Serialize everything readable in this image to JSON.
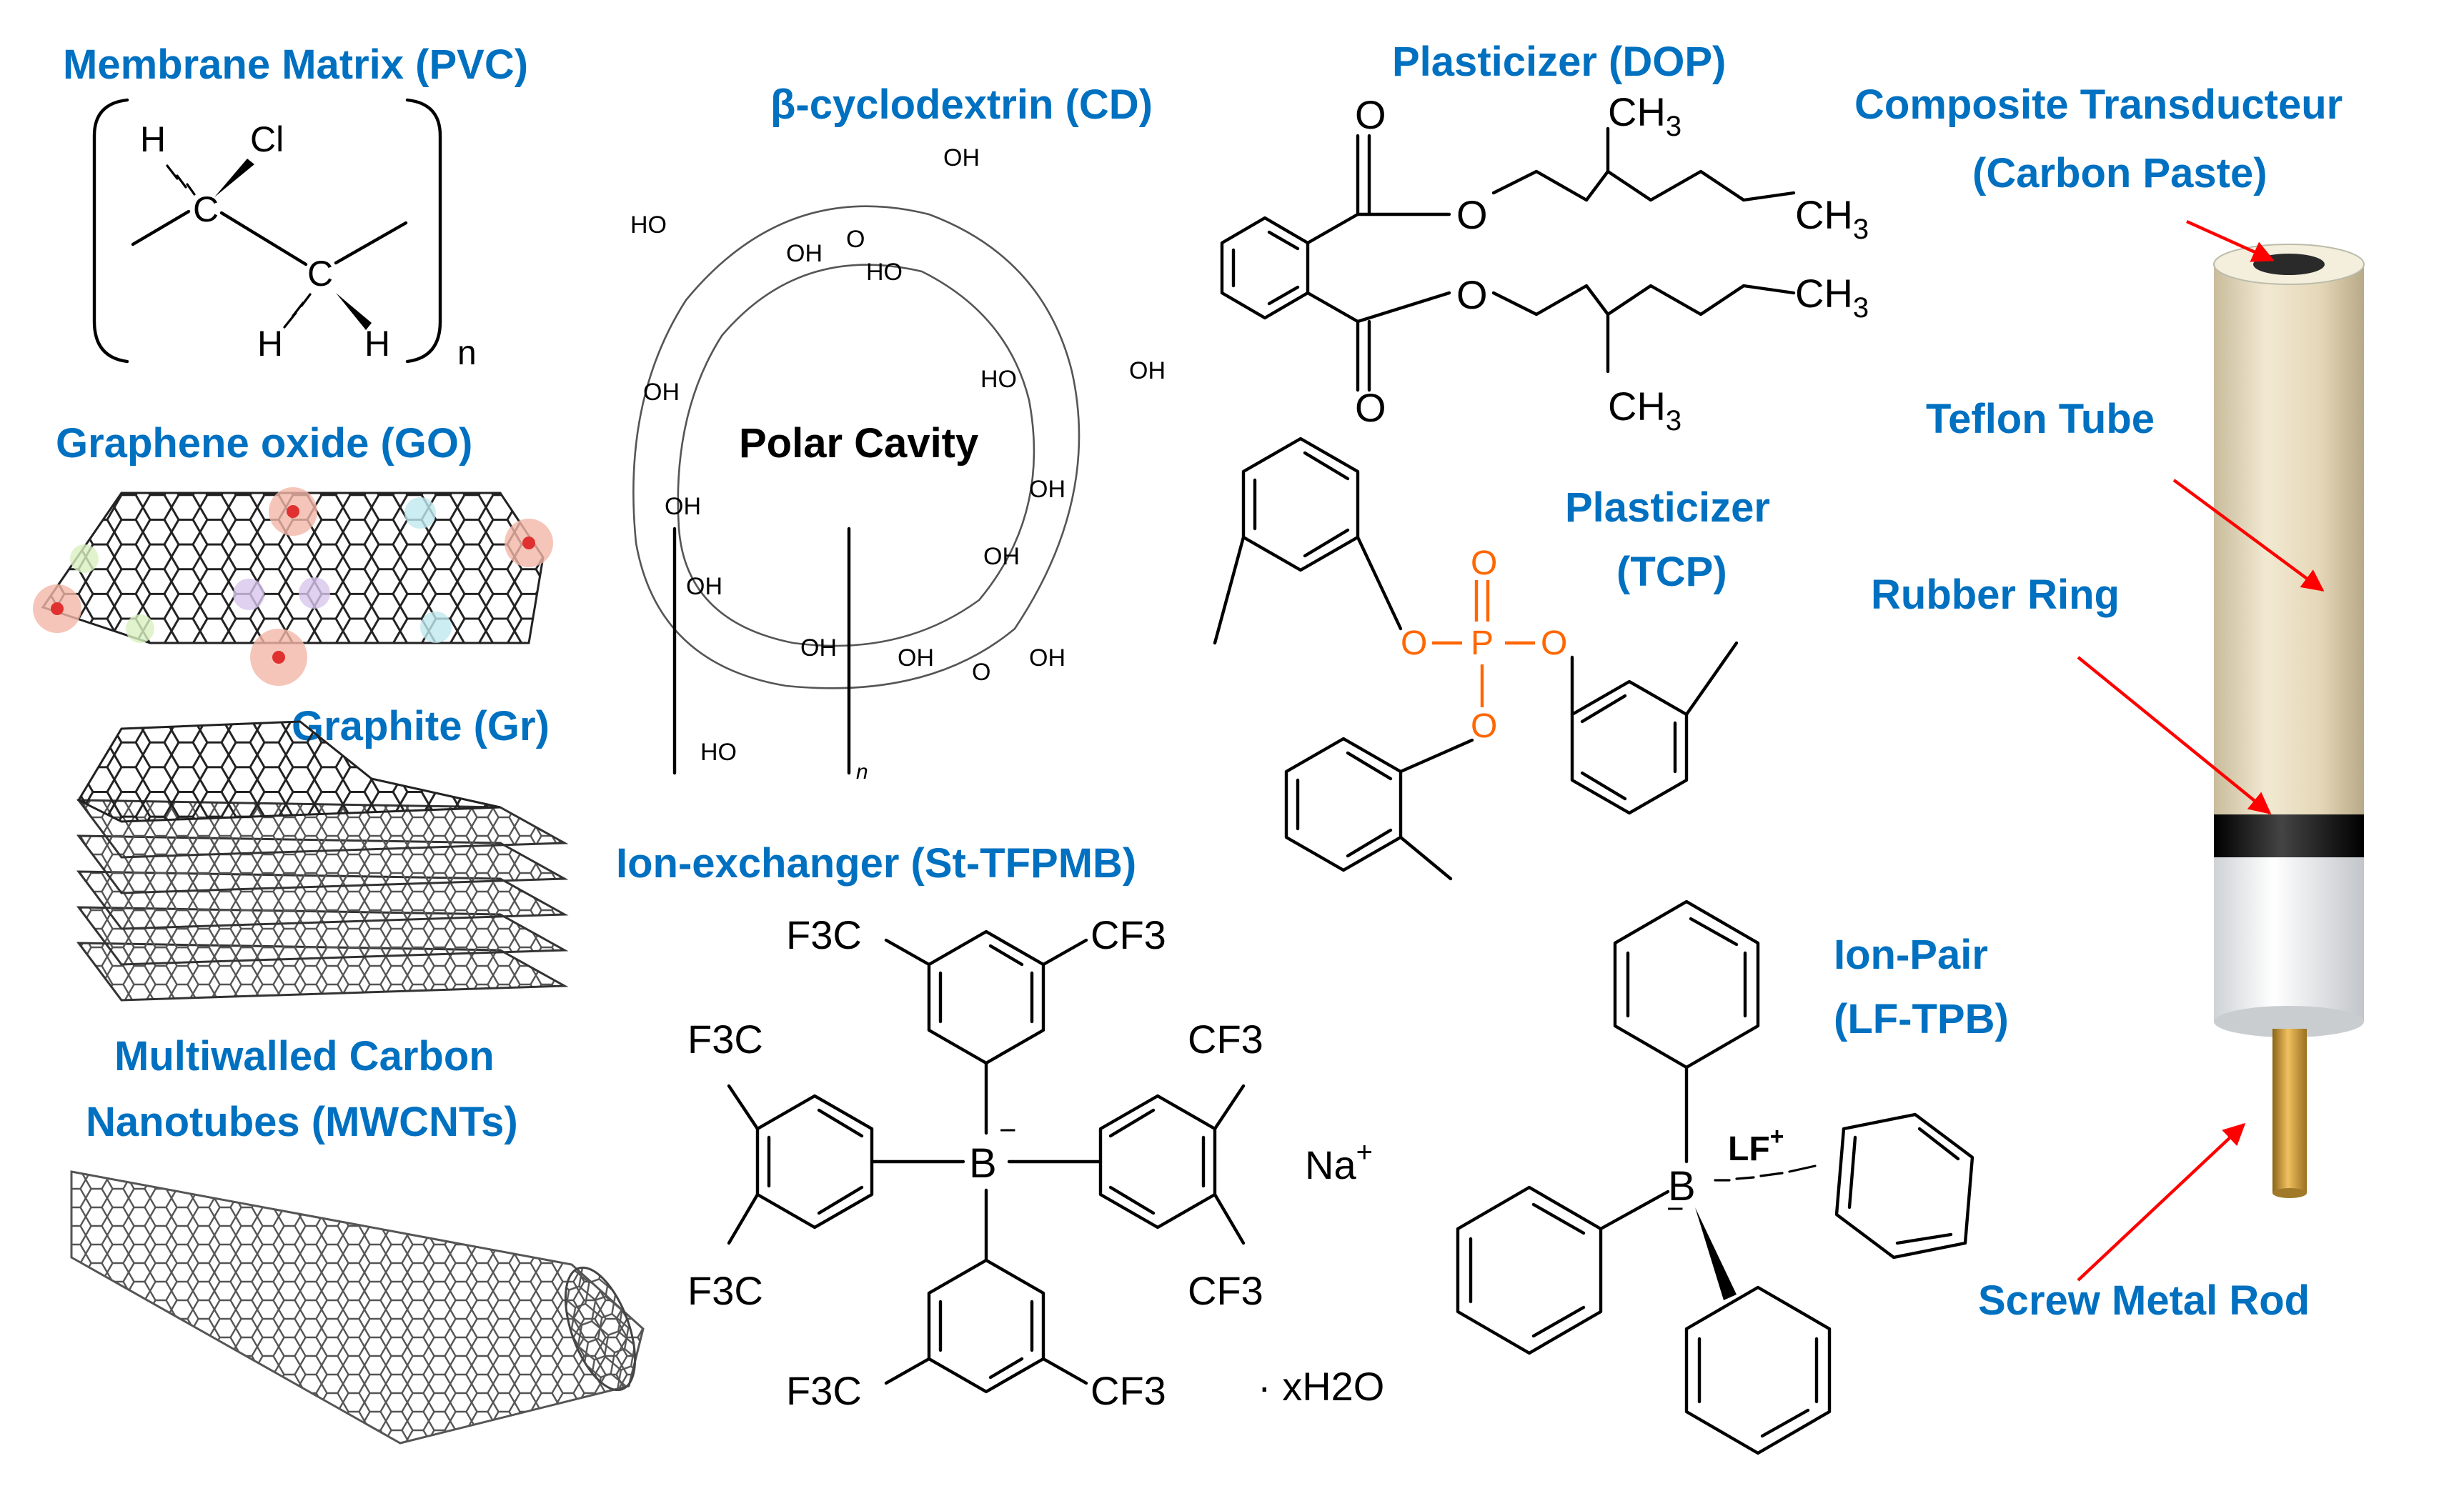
{
  "labels": {
    "pvc": "Membrane Matrix (PVC)",
    "cd": "β-cyclodextrin (CD)",
    "dop": "Plasticizer (DOP)",
    "transducer_1": "Composite Transducteur",
    "transducer_2": "(Carbon Paste)",
    "go": "Graphene oxide (GO)",
    "graphite": "Graphite (Gr)",
    "mwcnt_1": "Multiwalled Carbon",
    "mwcnt_2": "Nanotubes (MWCNTs)",
    "ion_exchanger": "Ion-exchanger (St-TFPMB)",
    "tcp_1": "Plasticizer",
    "tcp_2": "(TCP)",
    "ion_pair_1": "Ion-Pair",
    "ion_pair_2": "(LF-TPB)",
    "teflon": "Teflon Tube",
    "rubber": "Rubber Ring",
    "screw": "Screw Metal Rod",
    "polar_cavity": "Polar Cavity"
  },
  "chem": {
    "pvc": {
      "h": "H",
      "cl": "Cl",
      "c": "C",
      "n": "n"
    },
    "cd": {
      "oh": "OH",
      "ho": "HO",
      "o": "O",
      "n": "n"
    },
    "dop": {
      "o": "O",
      "ch3": "CH3",
      "ch": "CH",
      "sub3": "3"
    },
    "tcp": {
      "o": "O",
      "p": "P"
    },
    "stfpmb": {
      "f3c": "F3C",
      "cf3": "CF3",
      "b": "B",
      "minus": "−",
      "na": "Na",
      "plus": "+",
      "hydrate": "· xH2O"
    },
    "lftpb": {
      "b": "B",
      "minus": "−",
      "lf": "LF",
      "plus": "+"
    }
  },
  "colors": {
    "label_blue": "#0070c0",
    "arrow_red": "#ff0000",
    "phosphate_orange": "#ff6600",
    "teflon_cream": "#e8dcc0",
    "rubber_black": "#1a1a1a",
    "rod_gold": "#c8962e"
  }
}
